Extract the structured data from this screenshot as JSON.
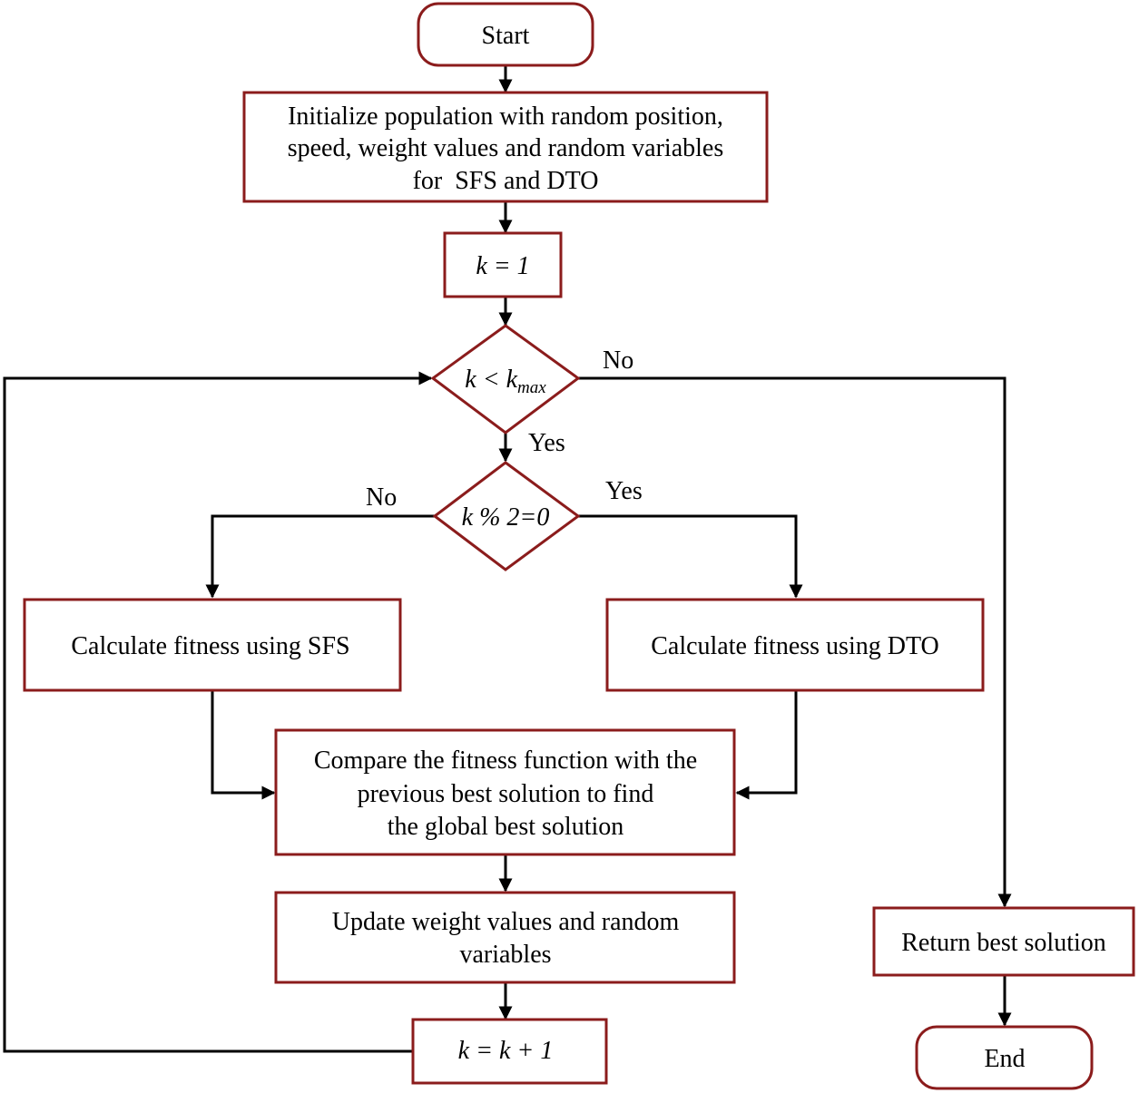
{
  "diagram": {
    "start": "Start",
    "init": [
      "Initialize population with random position,",
      "speed, weight values and random variables",
      "for  SFS and DTO"
    ],
    "k_init": "k = 1",
    "cond_loop": {
      "k": "k < k",
      "sub": "max"
    },
    "cond_parity": "k % 2=0",
    "label_no_loop": "No",
    "label_yes_loop": "Yes",
    "label_no_parity": "No",
    "label_yes_parity": "Yes",
    "sfs": "Calculate fitness using SFS",
    "dto": "Calculate fitness using DTO",
    "compare": [
      "Compare the fitness function with the",
      "previous best solution to find",
      "the global best solution"
    ],
    "update": [
      "Update weight values and random",
      "variables"
    ],
    "increment": "k = k + 1",
    "return": "Return best solution",
    "end": "End"
  },
  "colors": {
    "border": "#8b1c1c",
    "line": "#000000",
    "background": "#ffffff"
  }
}
